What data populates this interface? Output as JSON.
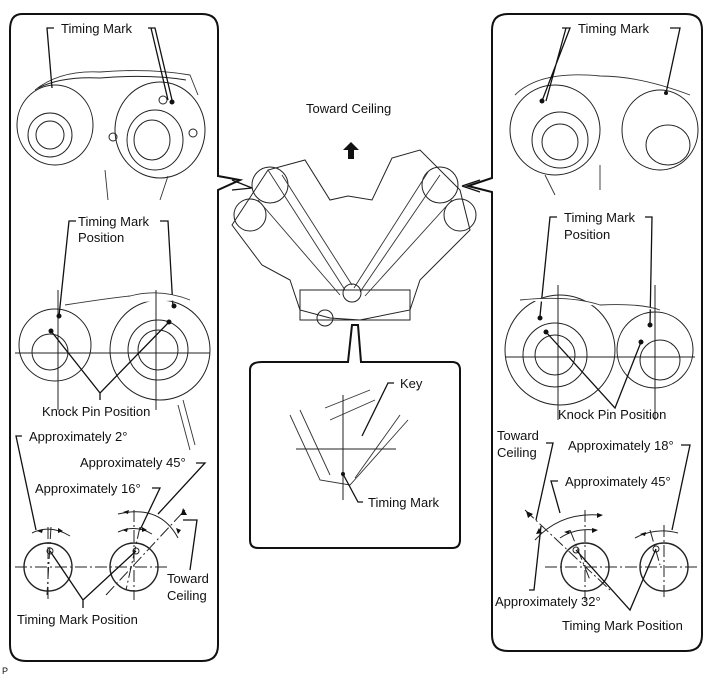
{
  "center": {
    "toward_ceiling": "Toward Ceiling",
    "crank_inset": {
      "key": "Key",
      "timing_mark": "Timing Mark"
    }
  },
  "left_panel": {
    "top_label": "Timing Mark",
    "mid_label_line1": "Timing Mark",
    "mid_label_line2": "Position",
    "knock_pin": "Knock Pin Position",
    "approx_2": "Approximately 2°",
    "approx_45": "Approximately 45°",
    "approx_16": "Approximately 16°",
    "toward_line1": "Toward",
    "toward_line2": "Ceiling",
    "timing_mark_position": "Timing Mark Position"
  },
  "right_panel": {
    "top_label": "Timing Mark",
    "mid_label_line1": "Timing Mark",
    "mid_label_line2": "Position",
    "knock_pin": "Knock Pin Position",
    "toward_line1": "Toward",
    "toward_line2": "Ceiling",
    "approx_18": "Approximately 18°",
    "approx_45": "Approximately 45°",
    "approx_32": "Approximately 32°",
    "timing_mark_position": "Timing Mark Position"
  },
  "footer_code": "P"
}
